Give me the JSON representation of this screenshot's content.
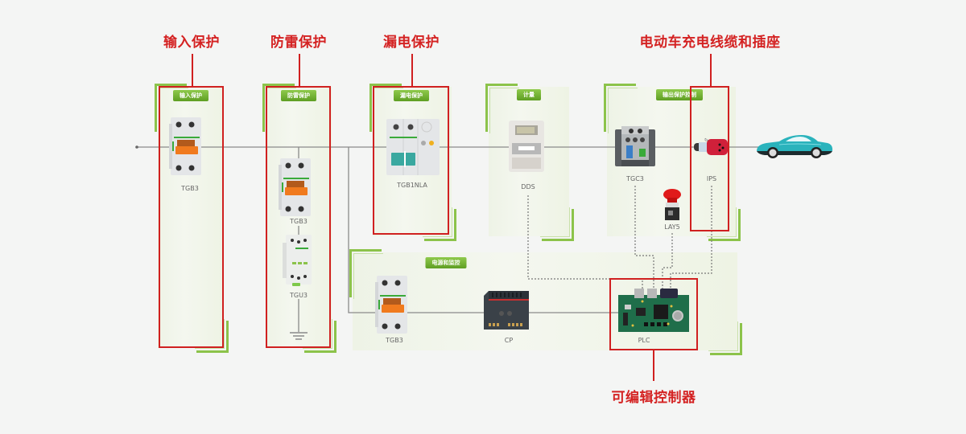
{
  "headings": {
    "input_protection": "输入保护",
    "lightning_protection": "防雷保护",
    "leakage_protection": "漏电保护",
    "ev_cable_socket": "电动车充电线缆和插座",
    "plc_controller": "可编辑控制器"
  },
  "panels": {
    "input": {
      "tag": "输入保护"
    },
    "lightning": {
      "tag": "防雷保护"
    },
    "leakage": {
      "tag": "漏电保护"
    },
    "metering": {
      "tag": "计量"
    },
    "output": {
      "tag": "输出保护控制"
    },
    "power_monitor": {
      "tag": "电源和监控"
    }
  },
  "devices": {
    "input_breaker": {
      "label": "TGB3",
      "icon": "circuit-breaker"
    },
    "lightning_breaker": {
      "label": "TGB3",
      "icon": "circuit-breaker"
    },
    "surge_protector": {
      "label": "TGU3",
      "icon": "surge-protector"
    },
    "leakage_breaker": {
      "label": "TGB1NLA",
      "icon": "rcd-breaker"
    },
    "energy_meter": {
      "label": "DDS",
      "icon": "energy-meter"
    },
    "contactor": {
      "label": "TGC3",
      "icon": "contactor"
    },
    "emergency_stop": {
      "label": "LAY5",
      "icon": "emergency-stop-button"
    },
    "industrial_plug": {
      "label": "IPS",
      "icon": "industrial-plug"
    },
    "power_breaker": {
      "label": "TGB3",
      "icon": "circuit-breaker"
    },
    "power_supply": {
      "label": "CP",
      "icon": "power-supply"
    },
    "plc_board": {
      "label": "PLC",
      "icon": "plc-board"
    },
    "electric_car": {
      "icon": "car"
    }
  },
  "colors": {
    "accent_red": "#d42222",
    "panel_green": "#8cc34a",
    "tag_green": "#6aab2e",
    "wire_gray": "#8a8a8a",
    "breaker_orange": "#f07a1e",
    "car_teal": "#2ab3bc"
  }
}
